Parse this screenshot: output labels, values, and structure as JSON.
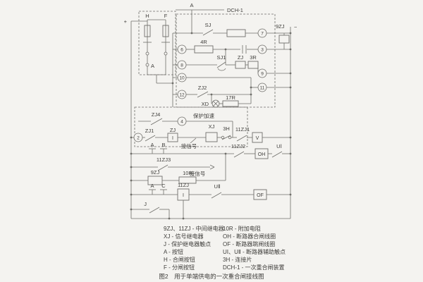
{
  "schematic": {
    "plus": "+",
    "minus": "−",
    "top_a": "A",
    "device": "DCH-1",
    "btn_h": "H",
    "btn_f": "F",
    "hf_a": "A",
    "sj": "SJ",
    "r4": "4R",
    "sj1": "SJ1",
    "zj": "ZJ",
    "r3": "3R",
    "zj9_coil": "9ZJ",
    "zj2": "ZJ2",
    "xd": "XD",
    "r17": "17R",
    "zj4": "ZJ4",
    "prot_accel": "保护加速",
    "zj1": "ZJ1",
    "zj_mid": "ZJ",
    "relay_i1": "I",
    "xj": "XJ",
    "h3": "3H",
    "zj11_1": "11ZJ1",
    "v": "V",
    "signal1": "接信号",
    "btn_a1": "A",
    "btn_b": "B",
    "zj11_2": "11ZJ2",
    "oh": "OH",
    "u1": "UⅠ",
    "zj11_3": "11ZJ3",
    "signal2": "接信号",
    "zj9": "9ZJ",
    "r10": "10R",
    "btn_a2": "A",
    "btn_c": "C",
    "zj11": "11ZJ",
    "relay_i2": "I",
    "u2": "UⅡ",
    "of": "OF",
    "j": "J",
    "terminals": {
      "t2": "2",
      "t3": "3",
      "t4": "4",
      "t6": "6",
      "t7": "7",
      "t8": "8",
      "t9": "9",
      "t10": "10",
      "t11": "11",
      "t12": "12"
    }
  },
  "legend": {
    "left": [
      "9ZJ、11ZJ - 中间继电器",
      "XJ - 信号继电器",
      "J - 保护继电器触点",
      "A - 按钮",
      "H - 合闸按钮",
      "F - 分闸按钮"
    ],
    "right": [
      "10R - 附加电阻",
      "OH - 断路器合闸线圈",
      "OF - 断路器跳闸线圈",
      "UⅠ、UⅡ - 断路器辅助触点",
      "3H - 连接片",
      "DCH-1 - 一次重合闸装置"
    ]
  },
  "caption": "图2　用于单端供电的一次重合闸接线图"
}
